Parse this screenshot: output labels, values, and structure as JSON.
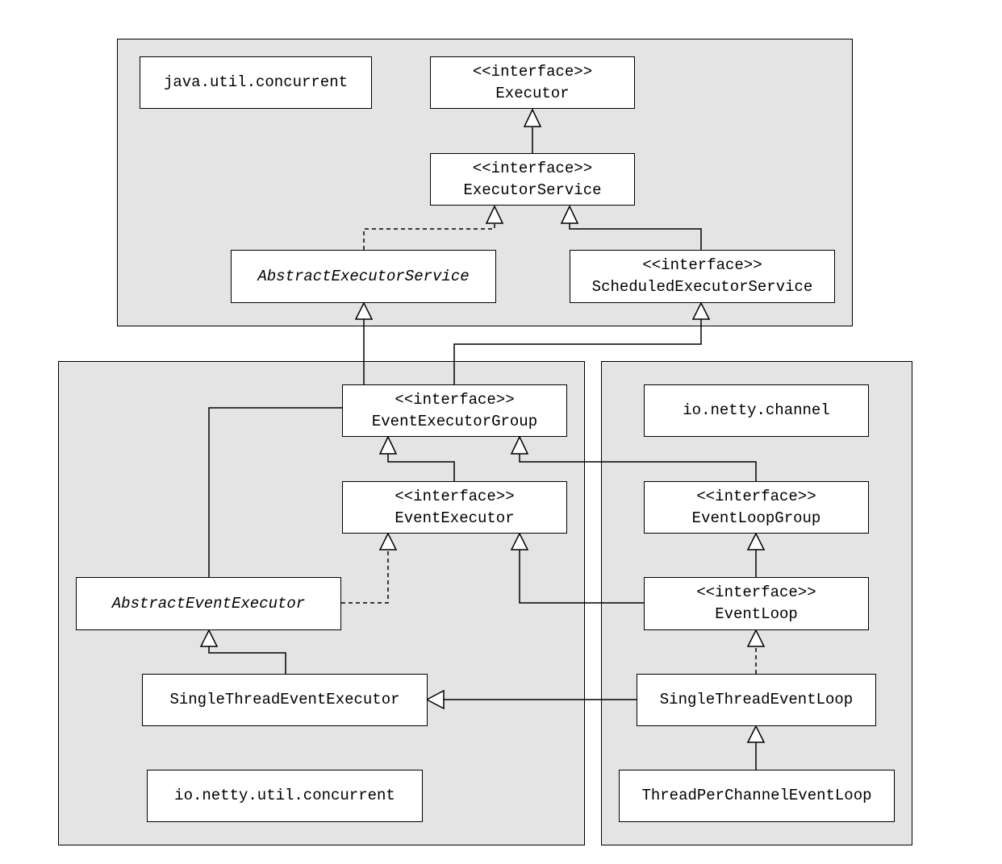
{
  "packages": {
    "java_util_concurrent": "java.util.concurrent",
    "io_netty_util_concurrent": "io.netty.util.concurrent",
    "io_netty_channel": "io.netty.channel"
  },
  "stereotype": "<<interface>>",
  "classes": {
    "executor": "Executor",
    "executor_service": "ExecutorService",
    "abstract_executor_service": "AbstractExecutorService",
    "scheduled_executor_service": "ScheduledExecutorService",
    "event_executor_group": "EventExecutorGroup",
    "event_executor": "EventExecutor",
    "abstract_event_executor": "AbstractEventExecutor",
    "single_thread_event_executor": "SingleThreadEventExecutor",
    "event_loop_group": "EventLoopGroup",
    "event_loop": "EventLoop",
    "single_thread_event_loop": "SingleThreadEventLoop",
    "thread_per_channel_event_loop": "ThreadPerChannelEventLoop"
  }
}
